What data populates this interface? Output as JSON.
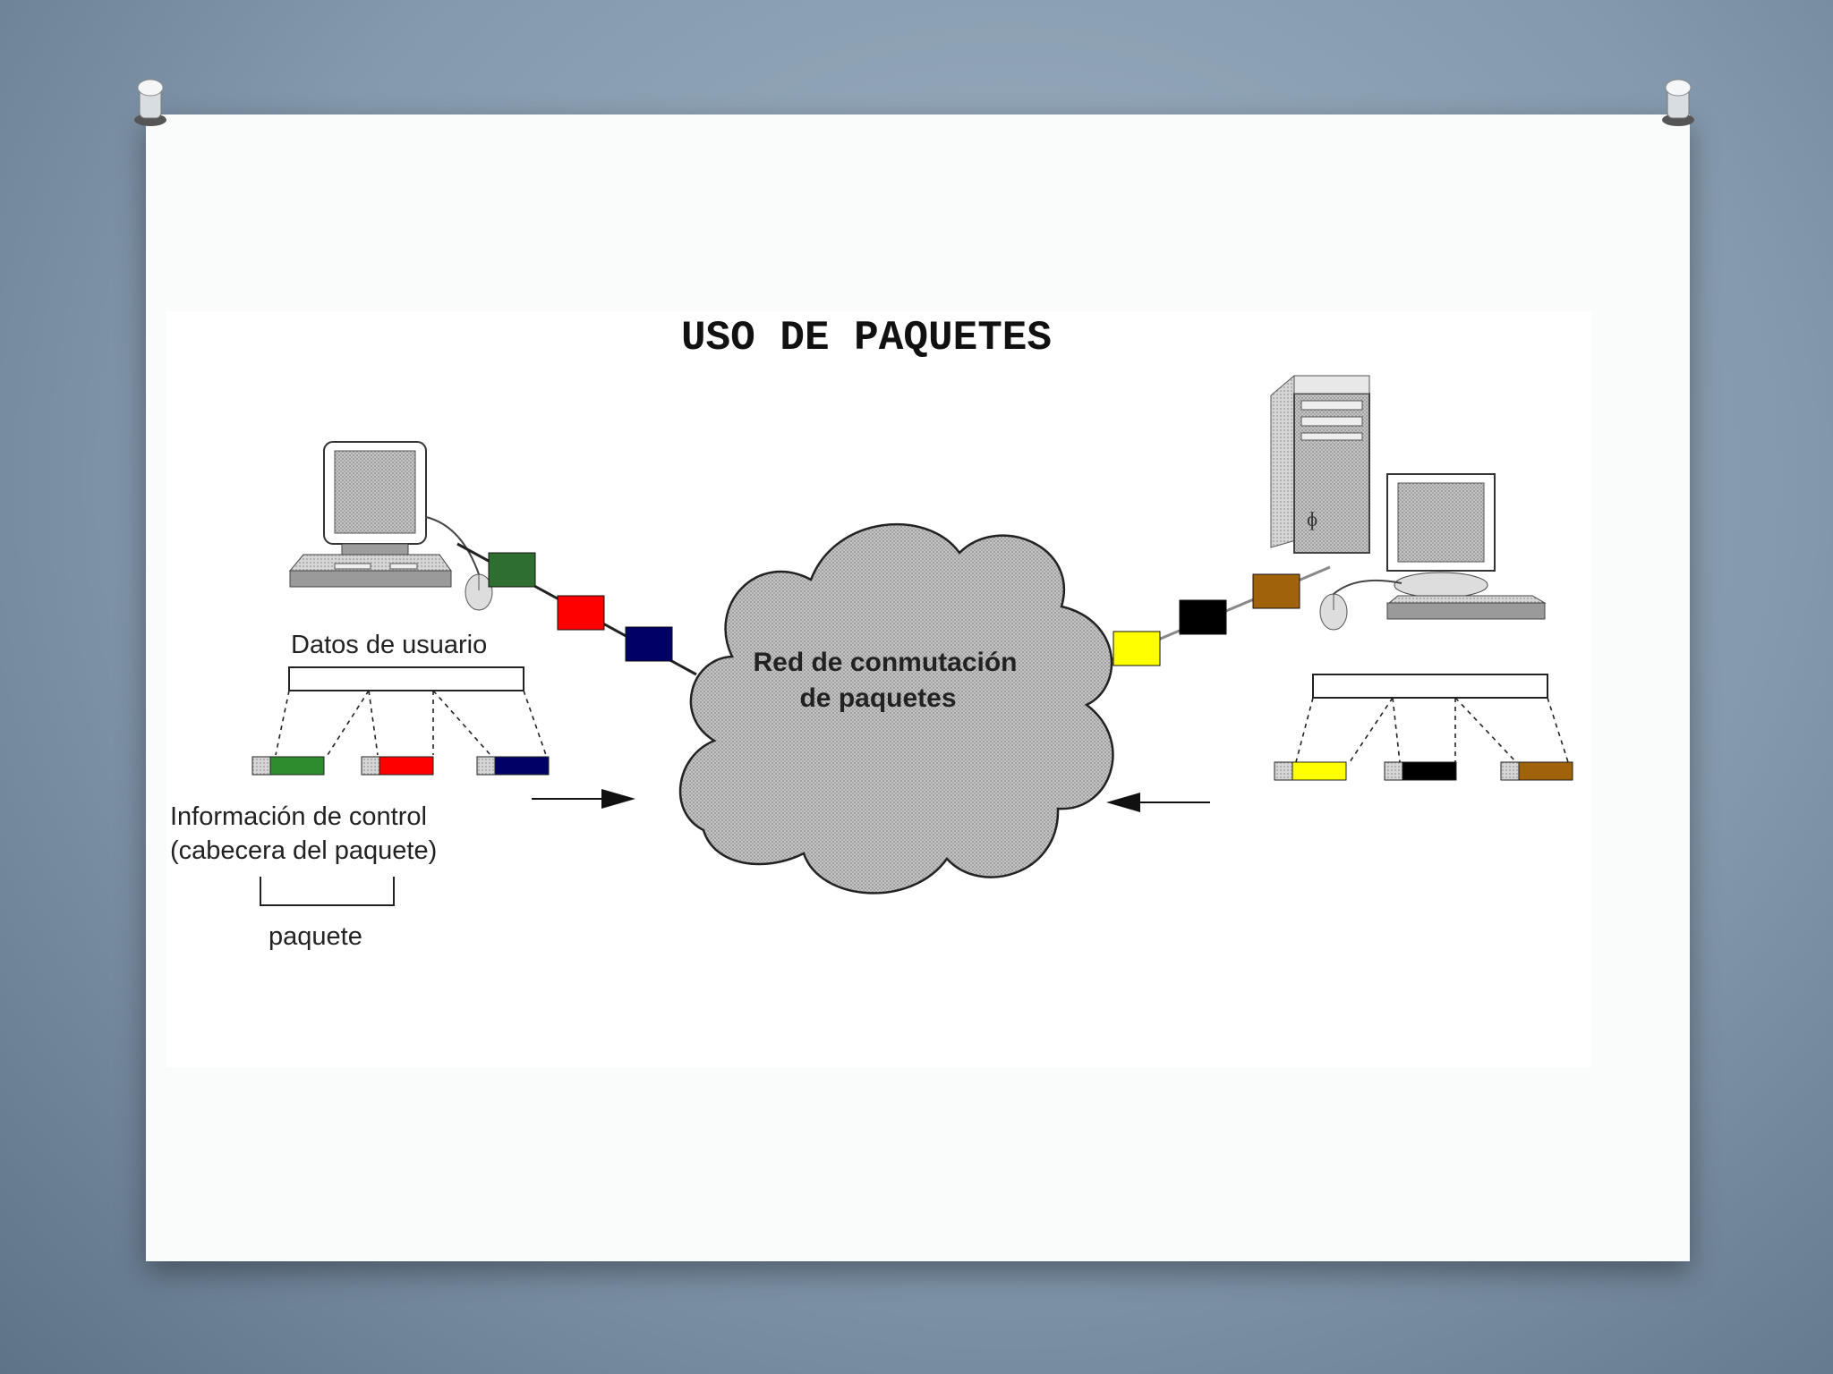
{
  "diagram": {
    "title": "USO DE PAQUETES",
    "cloud_label_line1": "Red de conmutación",
    "cloud_label_line2": "de paquetes",
    "user_data_label": "Datos de usuario",
    "control_info_line1": "Información de control",
    "control_info_line2": "(cabecera del paquete)",
    "packet_label": "paquete",
    "colors": {
      "green": "#2e7d32",
      "red": "#ff0000",
      "navy": "#000066",
      "yellow": "#ffff00",
      "black": "#000000",
      "brown": "#a0620a",
      "header_gray": "#c0c0c0",
      "cloud_gray": "#bdbdbd"
    }
  }
}
